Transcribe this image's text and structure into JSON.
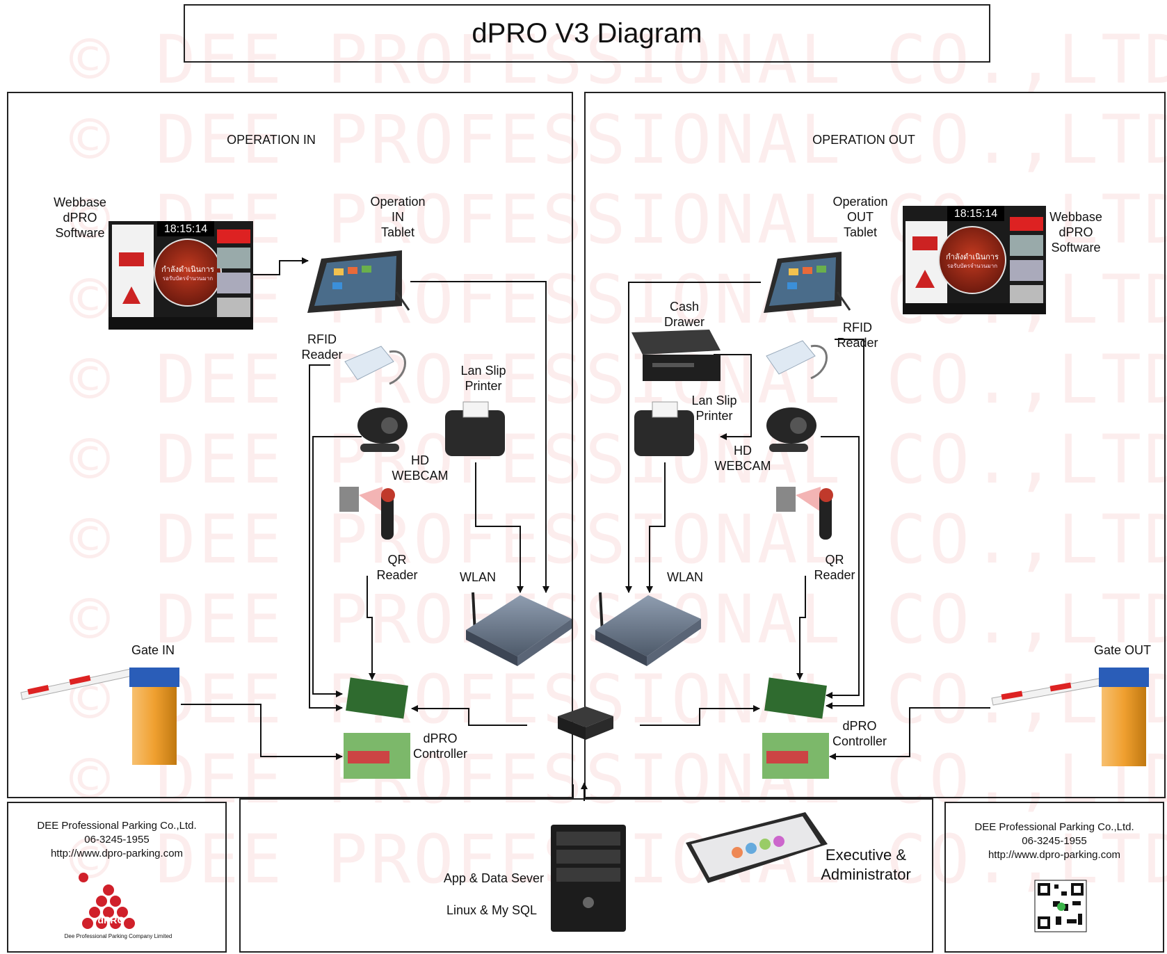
{
  "title": "dPRO  V3 Diagram",
  "watermark": "© DEE PROFESSIONAL CO.,LTD.",
  "operation_in": {
    "heading": "OPERATION IN",
    "webbase_label": [
      "Webbase",
      "dPRO",
      "Software"
    ],
    "tablet_label": [
      "Operation",
      "IN",
      "Tablet"
    ],
    "rfid_label": [
      "RFID",
      "Reader"
    ],
    "printer_label": [
      "Lan Slip",
      "Printer"
    ],
    "webcam_label": [
      "HD",
      "WEBCAM"
    ],
    "qr_label": [
      "QR",
      "Reader"
    ],
    "wlan_label": "WLAN",
    "gate_label": "Gate IN",
    "controller_label": [
      "dPRO",
      "Controller"
    ]
  },
  "operation_out": {
    "heading": "OPERATION OUT",
    "webbase_label": [
      "Webbase",
      "dPRO",
      "Software"
    ],
    "tablet_label": [
      "Operation",
      "OUT",
      "Tablet"
    ],
    "cash_label": [
      "Cash",
      "Drawer"
    ],
    "rfid_label": [
      "RFID",
      "Reader"
    ],
    "printer_label": [
      "Lan Slip",
      "Printer"
    ],
    "webcam_label": [
      "HD",
      "WEBCAM"
    ],
    "qr_label": [
      "QR",
      "Reader"
    ],
    "wlan_label": "WLAN",
    "gate_label": "Gate OUT",
    "controller_label": [
      "dPRO",
      "Controller"
    ]
  },
  "screen": {
    "clock": "18:15:14",
    "button_text": "กำลังดำเนินการ",
    "button_sub": "รอรับบัตรจำนวนมาก"
  },
  "server": {
    "line1": "App & Data Sever",
    "line2": "Linux & My SQL"
  },
  "executive": [
    "Executive &",
    "Administrator"
  ],
  "contact_left": {
    "company": "DEE Professional Parking Co.,Ltd.",
    "phone": "06-3245-1955",
    "url": "http://www.dpro-parking.com",
    "logo_text": "dPRO",
    "logo_caption": "Dee Professional Parking Company Limited"
  },
  "contact_right": {
    "company": "DEE Professional Parking Co.,Ltd.",
    "phone": "06-3245-1955",
    "url": "http://www.dpro-parking.com"
  },
  "colors": {
    "watermark": "#e65050",
    "logo_red": "#d0202a",
    "gate_orange": "#f0a030",
    "gate_blue": "#2a5db8",
    "line": "#111111"
  }
}
